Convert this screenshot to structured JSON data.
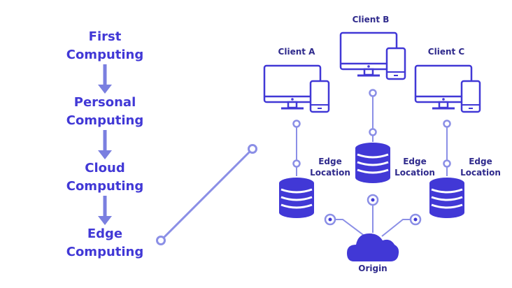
{
  "evolution": {
    "stage1": [
      "First",
      "Computing"
    ],
    "stage2": [
      "Personal",
      "Computing"
    ],
    "stage3": [
      "Cloud",
      "Computing"
    ],
    "stage4": [
      "Edge",
      "Computing"
    ]
  },
  "clients": {
    "a": "Client A",
    "b": "Client B",
    "c": "Client C"
  },
  "edge_labels": {
    "left": [
      "Edge",
      "Location"
    ],
    "middle": [
      "Edge",
      "Location"
    ],
    "right": [
      "Edge",
      "Location"
    ]
  },
  "origin": "Origin",
  "colors": {
    "primary": "#4138d6",
    "arrow": "#7a7fe0",
    "text": "#2f2a8c",
    "line": "#8b8fe6",
    "screen_fill": "#ffffff"
  }
}
